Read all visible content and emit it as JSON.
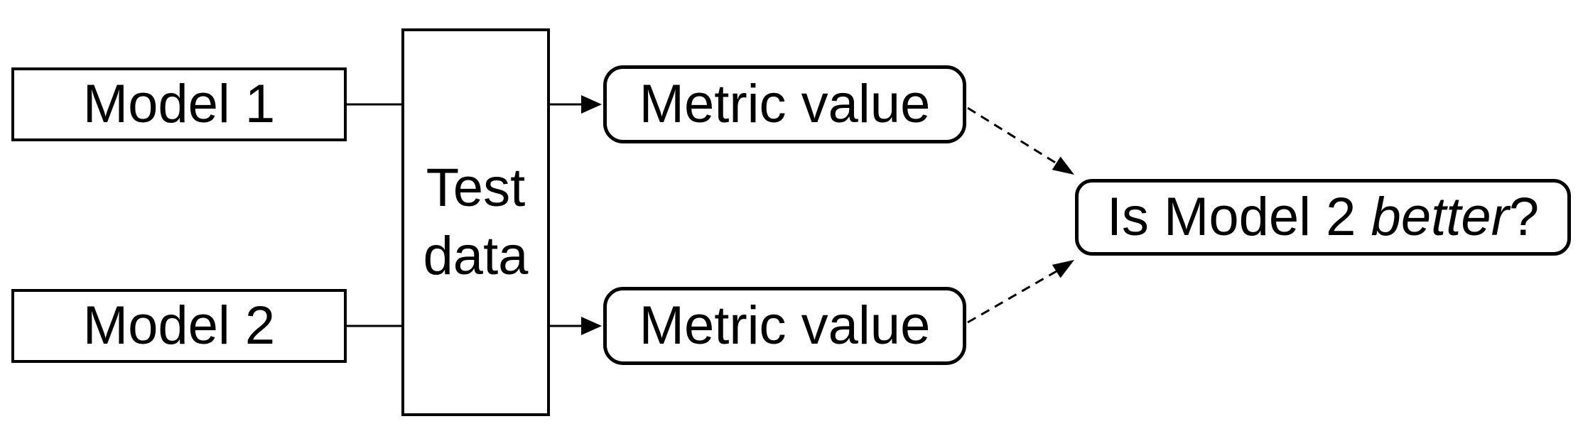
{
  "colors": {
    "background": "#ffffff",
    "stroke": "#000000",
    "text": "#000000"
  },
  "nodes": {
    "model1": {
      "label": "Model 1"
    },
    "model2": {
      "label": "Model 2"
    },
    "test_data": {
      "line1": "Test",
      "line2": "data"
    },
    "metric_top": {
      "label": "Metric value"
    },
    "metric_bottom": {
      "label": "Metric value"
    },
    "question": {
      "prefix": "Is Model 2 ",
      "emphasis": "better",
      "suffix": "?"
    }
  }
}
